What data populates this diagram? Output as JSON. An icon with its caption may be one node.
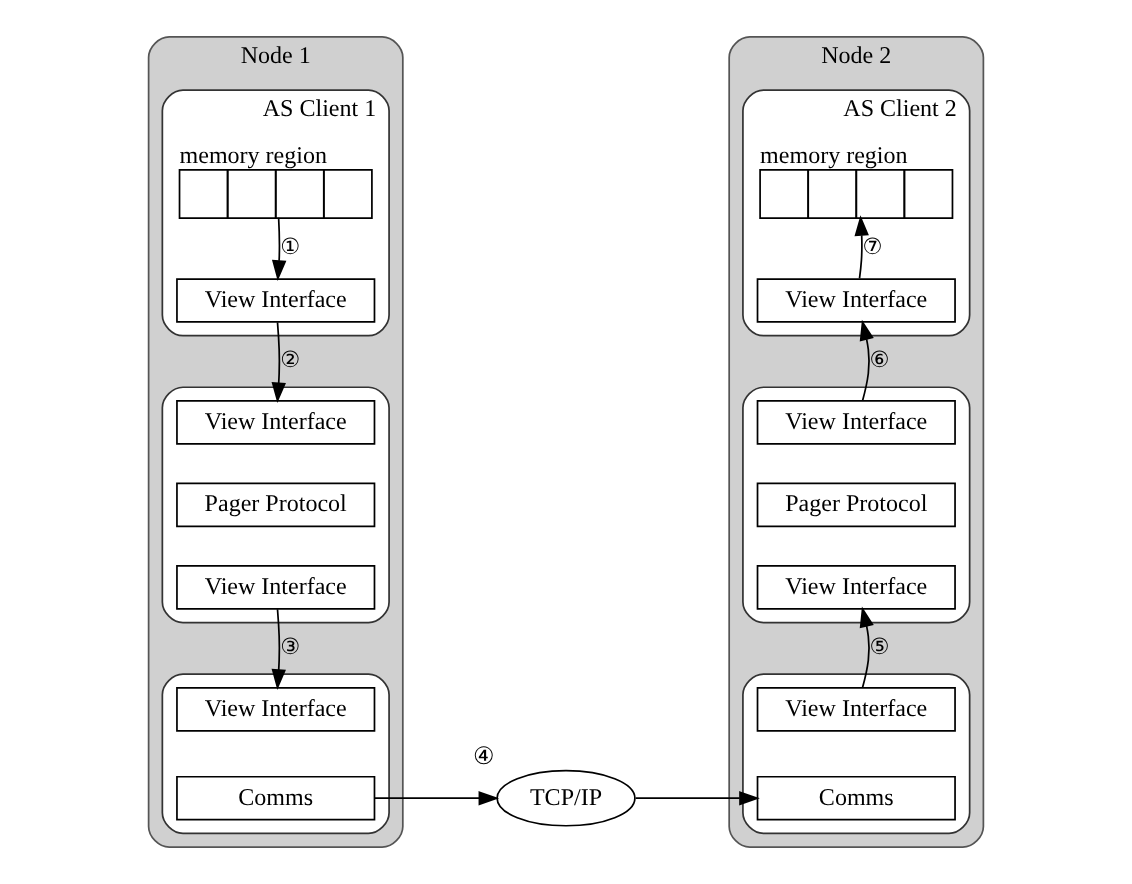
{
  "diagram": {
    "nodes": [
      {
        "text": [
          "Node 1"
        ]
      },
      {
        "text": [
          "AS Client 1"
        ],
        "in": 0
      },
      {
        "text": [
          "memory region"
        ],
        "in": 1
      },
      {
        "text": [
          "View Interface"
        ],
        "in": 1
      },
      {
        "text": [],
        "shape": "box",
        "in": 0
      },
      {
        "text": [
          "View Interface"
        ],
        "in": 4
      },
      {
        "text": [
          "Pager Protocol"
        ],
        "in": 4
      },
      {
        "text": [
          "View Interface"
        ],
        "in": 4
      },
      {
        "text": [],
        "shape": "box",
        "in": 0
      },
      {
        "text": [
          "View Interface"
        ],
        "in": 8
      },
      {
        "text": [
          "Comms"
        ],
        "in": 8
      },
      {
        "text": [
          "TCP/IP"
        ],
        "beside": [
          "④"
        ]
      },
      {
        "text": [
          "Node 2"
        ]
      },
      {
        "text": [
          "AS Client 2"
        ],
        "in": 12
      },
      {
        "text": [
          "memory region"
        ],
        "in": 13
      },
      {
        "text": [
          "View Interface"
        ],
        "in": 13
      },
      {
        "text": [],
        "shape": "box",
        "in": 12
      },
      {
        "text": [
          "View Interface"
        ],
        "in": 16
      },
      {
        "text": [
          "Pager Protocol"
        ],
        "in": 16
      },
      {
        "text": [
          "View Interface"
        ],
        "in": 16
      },
      {
        "text": [],
        "shape": "box",
        "in": 12
      },
      {
        "text": [
          "View Interface"
        ],
        "in": 20
      },
      {
        "text": [
          "Comms"
        ],
        "in": 20
      }
    ],
    "edges": [
      {
        "from": 2,
        "to": 3,
        "arrow": "to",
        "label": "①"
      },
      {
        "from": 3,
        "to": 5,
        "arrow": "to",
        "label": "②"
      },
      {
        "from": 7,
        "to": 9,
        "arrow": "to",
        "label": "③"
      },
      {
        "from": 10,
        "to": 11,
        "arrow": "to"
      },
      {
        "from": 11,
        "to": 22,
        "arrow": "to"
      },
      {
        "from": 21,
        "to": 19,
        "arrow": "to",
        "label": "⑤"
      },
      {
        "from": 17,
        "to": 15,
        "arrow": "to",
        "label": "⑥"
      },
      {
        "from": 15,
        "to": 14,
        "arrow": "to",
        "label": "⑦"
      }
    ]
  }
}
